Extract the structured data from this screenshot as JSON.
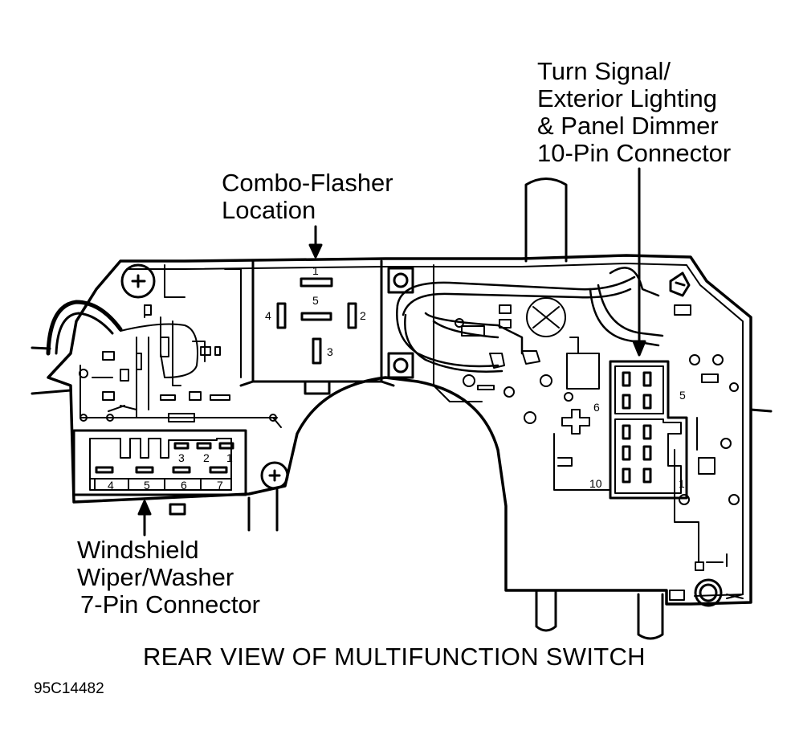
{
  "callouts": {
    "combo_flasher": {
      "lines": [
        "Combo-Flasher",
        "Location"
      ]
    },
    "turn_signal": {
      "lines": [
        "Turn Signal/",
        "Exterior Lighting",
        "& Panel Dimmer",
        "10-Pin Connector"
      ]
    },
    "wiper_washer": {
      "lines": [
        "Windshield",
        "Wiper/Washer",
        "7-Pin Connector"
      ]
    }
  },
  "caption": "REAR VIEW OF MULTIFUNCTION SWITCH",
  "figure_code": "95C14482",
  "flasher_pins": [
    "1",
    "2",
    "3",
    "4",
    "5"
  ],
  "wiper_pins": [
    "1",
    "2",
    "3",
    "4",
    "5",
    "6",
    "7"
  ],
  "turn_pins": {
    "top": "5",
    "middle": "6",
    "bottom": "10",
    "right": "1"
  }
}
